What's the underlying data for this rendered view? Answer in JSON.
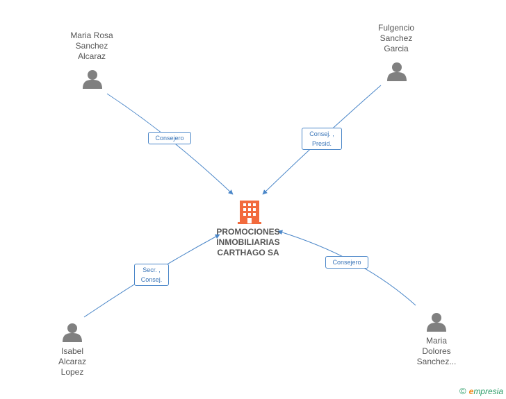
{
  "company": {
    "name": "PROMOCIONES\nINMOBILIARIAS\nCARTHAGO SA",
    "color": "#f26a3d",
    "icon": "building-icon"
  },
  "people": [
    {
      "id": "maria-rosa",
      "name": "Maria Rosa\nSanchez\nAlcaraz",
      "icon": "person-icon"
    },
    {
      "id": "fulgencio",
      "name": "Fulgencio\nSanchez\nGarcia",
      "icon": "person-icon"
    },
    {
      "id": "isabel",
      "name": "Isabel\nAlcaraz\nLopez",
      "icon": "person-icon"
    },
    {
      "id": "maria-dolores",
      "name": "Maria\nDolores\nSanchez...",
      "icon": "person-icon"
    }
  ],
  "edges": [
    {
      "from": "maria-rosa",
      "to": "company",
      "label": "Consejero"
    },
    {
      "from": "fulgencio",
      "to": "company",
      "label": "Consej. ,\nPresid."
    },
    {
      "from": "isabel",
      "to": "company",
      "label": "Secr. ,\nConsej."
    },
    {
      "from": "maria-dolores",
      "to": "company",
      "label": "Consejero"
    }
  ],
  "colors": {
    "edge": "#4a86c8",
    "person": "#808080"
  },
  "footer": {
    "copyright": "©",
    "brand_initial": "e",
    "brand_rest": "mpresia"
  }
}
